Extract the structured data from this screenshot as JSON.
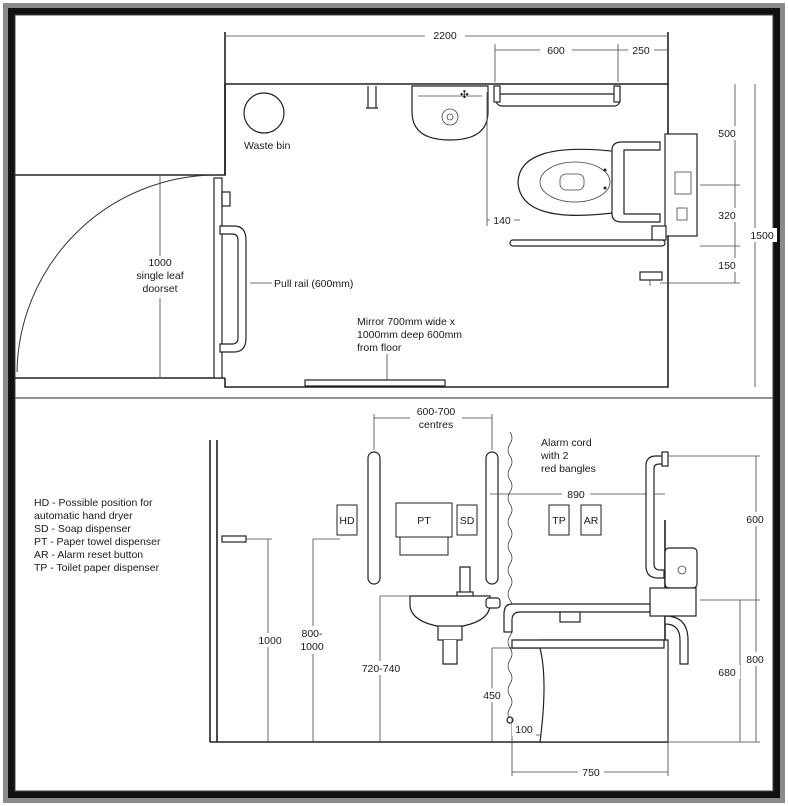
{
  "plan": {
    "dim_width": "2200",
    "dim_rail_600": "600",
    "dim_rail_250": "250",
    "dim_500": "500",
    "dim_320": "320",
    "dim_150": "150",
    "dim_1500": "1500",
    "dim_140": "140",
    "waste_bin": "Waste bin",
    "door_lines": [
      "1000",
      "single leaf",
      "doorset"
    ],
    "pull_rail": "Pull rail (600mm)",
    "mirror_lines": [
      "Mirror 700mm wide x",
      "1000mm deep 600mm",
      "from floor"
    ]
  },
  "elevation": {
    "centres_lines": [
      "600-700",
      "centres"
    ],
    "alarm_lines": [
      "Alarm cord",
      "with 2",
      "red bangles"
    ],
    "dim_890": "890",
    "dim_600": "600",
    "dim_800_right": "800",
    "dim_680": "680",
    "dim_1000": "1000",
    "dim_800_1000_lines": [
      "800-",
      "1000"
    ],
    "dim_720_740": "720-740",
    "dim_450": "450",
    "dim_100": "100",
    "dim_750": "750",
    "box_hd": "HD",
    "box_pt": "PT",
    "box_sd": "SD",
    "box_tp": "TP",
    "box_ar": "AR",
    "legend": [
      "HD - Possible position for",
      "automatic hand dryer",
      "SD - Soap dispenser",
      "PT - Paper towel dispenser",
      "AR - Alarm reset button",
      "TP - Toilet paper dispenser"
    ]
  }
}
